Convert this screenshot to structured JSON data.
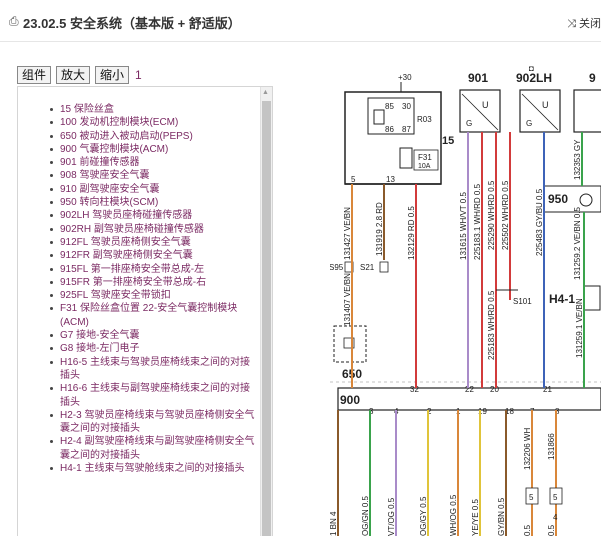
{
  "header": {
    "title": "23.02.5 安全系统（基本版 + 舒适版）",
    "close_label": "关闭"
  },
  "toolbar": {
    "component_label": "组件",
    "zoom_in_label": "放大",
    "zoom_out_label": "缩小",
    "page": "1"
  },
  "component_list": [
    "15 保险丝盒",
    "100 发动机控制模块(ECM)",
    "650 被动进入被动启动(PEPS)",
    "900 气囊控制模块(ACM)",
    "901 前碰撞传感器",
    "908 驾驶座安全气囊",
    "910 副驾驶座安全气囊",
    "950 转向柱模块(SCM)",
    "902LH 驾驶员座椅碰撞传感器",
    "902RH 副驾驶员座椅碰撞传感器",
    "912FL 驾驶员座椅侧安全气囊",
    "912FR 副驾驶座椅侧安全气囊",
    "915FL 第一排座椅安全带总成-左",
    "915FR 第一排座椅安全带总成-右",
    "925FL 驾驶座安全带锁扣",
    "F31 保险丝盒位置 22-安全气囊控制模块 (ACM)",
    "G7 接地-安全气囊",
    "G8 接地-左门电子",
    "H16-5 主线束与驾驶员座椅线束之间的对接插头",
    "H16-6 主线束与副驾驶座椅线束之间的对接插头",
    "H2-3 驾驶员座椅线束与驾驶员座椅侧安全气囊之间的对接插头",
    "H2-4 副驾驶座椅线束与副驾驶座椅侧安全气囊之间的对接插头",
    "H4-1 主线束与驾驶舱线束之间的对接插头"
  ],
  "diagram": {
    "labels": {
      "plus30": "+30",
      "n901": "901",
      "n902lh": "902LH",
      "n9": "9",
      "r85": "85",
      "r30": "30",
      "r86": "86",
      "r87": "87",
      "r03": "R03",
      "f31": "F31",
      "f31a": "10A",
      "n15": "15",
      "u1": "U",
      "u2": "U",
      "g1": "G",
      "g2": "G",
      "p5": "5",
      "p13": "13",
      "n950": "950",
      "s95": "S95",
      "s21": "S21",
      "s101": "S101",
      "h41": "H4-1",
      "n650": "650",
      "n900": "900",
      "p32": "32",
      "p22": "22",
      "p20": "20",
      "p21": "21",
      "p3": "3",
      "p4": "4",
      "p2": "2",
      "p1": "1",
      "p19": "19",
      "p18": "18",
      "p7": "7",
      "p8": "8",
      "p5b": "5",
      "p5c": "5",
      "p4b": "4",
      "w1": "131427 VE/BN",
      "w2": "131919 2.8 RD",
      "w3": "132129 RD 0.5",
      "w4": "131615 WH/VT 0.5",
      "w5": "225183.1 WH/RD 0.5",
      "w6": "225290 WH/RD 0.5",
      "w7": "225502 WH/RD 0.5",
      "w8": "225483 GY/BU 0.5",
      "w9": "131259.2 VE/BN 0.5",
      "w10": "132353 GY",
      "w11": "131407 VE/BN",
      "w12": "225183 WH/RD 0.5",
      "w13": "131259.1 VE/BN",
      "w14": "132206 WH",
      "w15": "131866",
      "w16": "1 BN 4",
      "w17": "OG/GN 0.5",
      "w18": "VT/OG 0.5",
      "w19": "OG/GY 0.5",
      "w20": "WH/OG 0.5",
      "w21": "YE/YE 0.5",
      "w22": "GY/BN 0.5",
      "w23": "0.5",
      "w24": "0.5"
    }
  },
  "colors": {
    "list_link": "#7b2a63",
    "wire_orange": "#d9873a",
    "wire_red": "#d23b3b",
    "wire_blue": "#3e63b8",
    "wire_violet": "#a98bc9",
    "wire_green": "#3aa34c",
    "wire_yellow": "#e0c43a",
    "wire_brown": "#8a5a2b"
  },
  "icons": {
    "doc": "document-icon",
    "close": "shuffle-close-icon"
  }
}
